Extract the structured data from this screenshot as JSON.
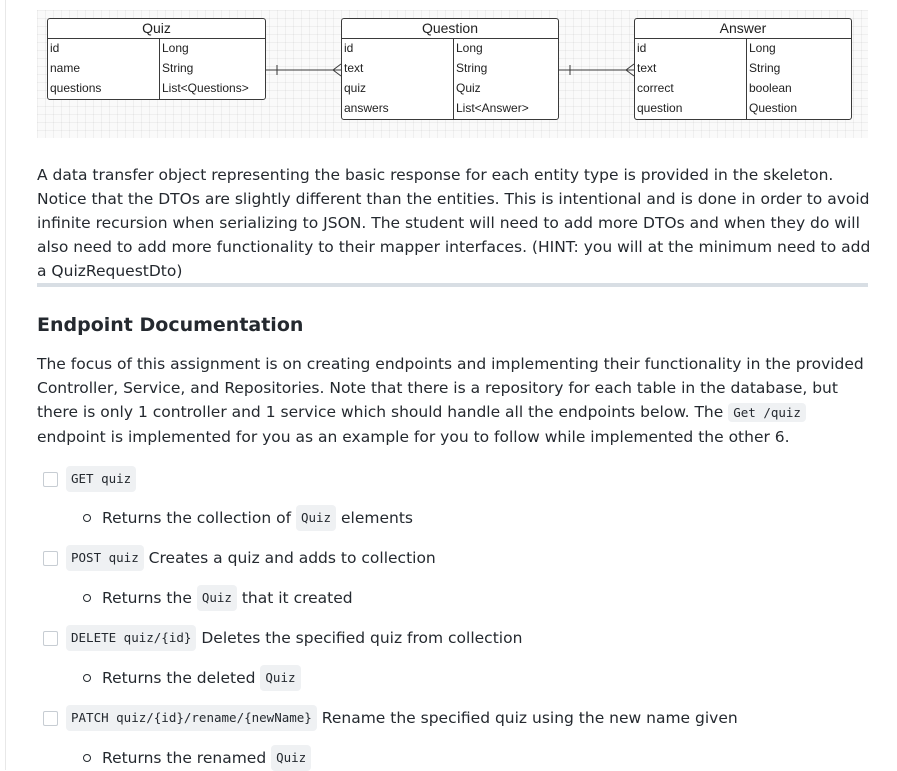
{
  "diagram": {
    "entities": [
      {
        "title": "Quiz",
        "rows": [
          {
            "name": "id",
            "type": "Long"
          },
          {
            "name": "name",
            "type": "String"
          },
          {
            "name": "questions",
            "type": "List<Questions>"
          }
        ]
      },
      {
        "title": "Question",
        "rows": [
          {
            "name": "id",
            "type": "Long"
          },
          {
            "name": "text",
            "type": "String"
          },
          {
            "name": "quiz",
            "type": "Quiz"
          },
          {
            "name": "answers",
            "type": "List<Answer>"
          }
        ]
      },
      {
        "title": "Answer",
        "rows": [
          {
            "name": "id",
            "type": "Long"
          },
          {
            "name": "text",
            "type": "String"
          },
          {
            "name": "correct",
            "type": "boolean"
          },
          {
            "name": "question",
            "type": "Question"
          }
        ]
      }
    ]
  },
  "intro_paragraph": "A data transfer object representing the basic response for each entity type is provided in the skeleton. Notice that the DTOs are slightly different than the entities. This is intentional and is done in order to avoid infinite recursion when serializing to JSON. The student will need to add more DTOs and when they do will also need to add more functionality to their mapper interfaces. (HINT: you will at the minimum need to add a QuizRequestDto)",
  "section_heading": "Endpoint Documentation",
  "focus": {
    "before": "The focus of this assignment is on creating endpoints and implementing their functionality in the provided Controller, Service, and Repositories. Note that there is a repository for each table in the database, but there is only 1 controller and 1 service which should handle all the endpoints below. The ",
    "code": "Get /quiz",
    "after": " endpoint is implemented for you as an example for you to follow while implemented the other 6."
  },
  "tasks": [
    {
      "code": "GET quiz",
      "desc": "",
      "sub_before": "Returns the collection of ",
      "sub_code": "Quiz",
      "sub_after": " elements"
    },
    {
      "code": "POST quiz",
      "desc": "Creates a quiz and adds to collection",
      "sub_before": "Returns the ",
      "sub_code": "Quiz",
      "sub_after": " that it created"
    },
    {
      "code": "DELETE quiz/{id}",
      "desc": "Deletes the specified quiz from collection",
      "sub_before": "Returns the deleted ",
      "sub_code": "Quiz",
      "sub_after": ""
    },
    {
      "code": "PATCH quiz/{id}/rename/{newName}",
      "desc": "Rename the specified quiz using the new name given",
      "sub_before": "Returns the renamed ",
      "sub_code": "Quiz",
      "sub_after": ""
    }
  ]
}
